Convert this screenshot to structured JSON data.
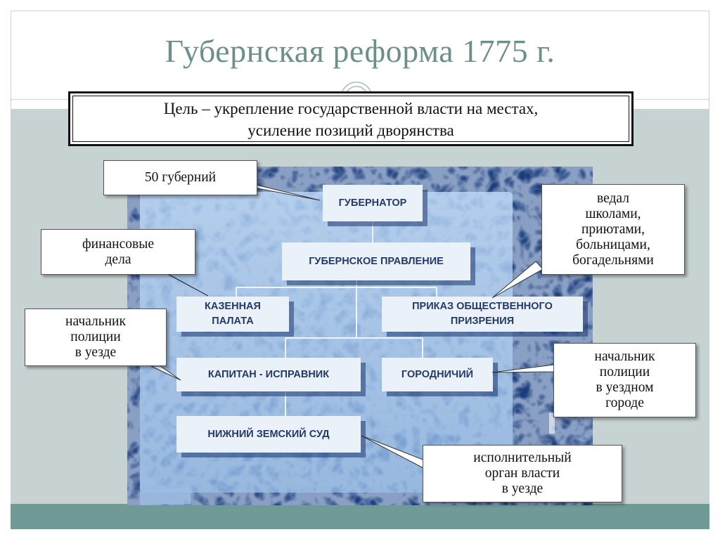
{
  "title": "Губернская реформа 1775 г.",
  "goal": {
    "line1": "Цель – укрепление государственной власти на местах,",
    "line2": "усиление позиций дворянства"
  },
  "nodes": {
    "governor": "ГУБЕРНАТОР",
    "board": "ГУБЕРНСКОЕ ПРАВЛЕНИЕ",
    "treasury_line1": "КАЗЕННАЯ",
    "treasury_line2": "ПАЛАТА",
    "charity_line1": "ПРИКАЗ ОБЩЕСТВЕННОГО",
    "charity_line2": "ПРИЗРЕНИЯ",
    "captain": "КАПИТАН - ИСПРАВНИК",
    "mayor": "ГОРОДНИЧИЙ",
    "court": "НИЖНИЙ ЗЕМСКИЙ СУД"
  },
  "callouts": {
    "provinces": "50 губерний",
    "finance": "финансовые\nдела",
    "police_county": "начальник\nполиции\nв уезде",
    "charity_duties": "ведал\nшколами,\nприютами,\nбольницами,\nбогадельнями",
    "police_town": "начальник\nполиции\nв уездном\nгороде",
    "executive": "исполнительный\nорган власти\nв уезде"
  },
  "colors": {
    "title": "#6d8f8c",
    "band": "#c7d2d2",
    "bottom_bar": "#6f9a96",
    "board_dark": "#1a3c7a",
    "board_light": "#8fb4dd",
    "node_fill": "#eaf1f9",
    "node_text": "#243a66"
  }
}
